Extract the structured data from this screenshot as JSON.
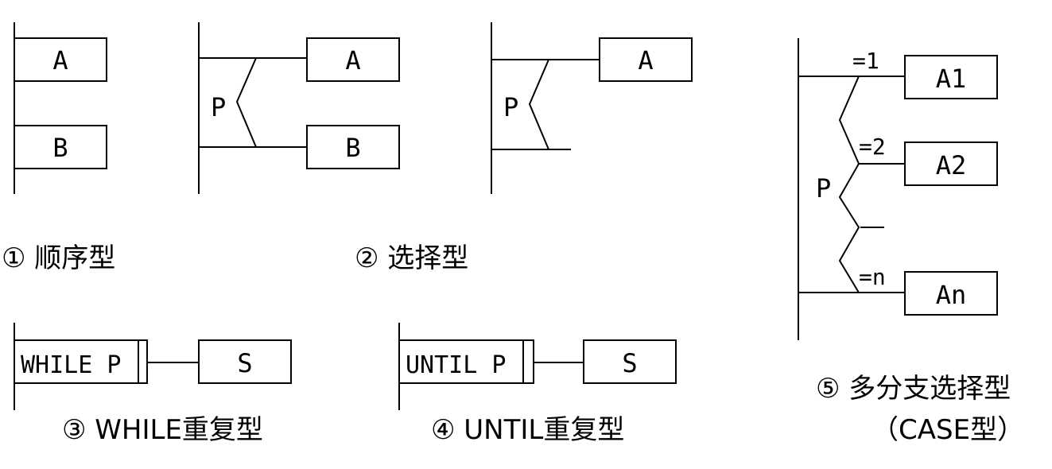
{
  "sequence": {
    "box_a": "A",
    "box_b": "B",
    "caption": "① 顺序型"
  },
  "selection": {
    "condition": "P",
    "box_a": "A",
    "box_b": "B",
    "caption": "② 选择型"
  },
  "selection_single": {
    "condition": "P",
    "box_a": "A"
  },
  "while_loop": {
    "header": "WHILE P",
    "body": "S",
    "caption": "③ WHILE重复型"
  },
  "until_loop": {
    "header": "UNTIL P",
    "body": "S",
    "caption": "④ UNTIL重复型"
  },
  "case": {
    "condition": "P",
    "branch_1_label": "=1",
    "branch_2_label": "=2",
    "branch_n_label": "=n",
    "box_1": "A1",
    "box_2": "A2",
    "box_n": "An",
    "caption_line1": "⑤ 多分支选择型",
    "caption_line2": "（CASE型）"
  }
}
